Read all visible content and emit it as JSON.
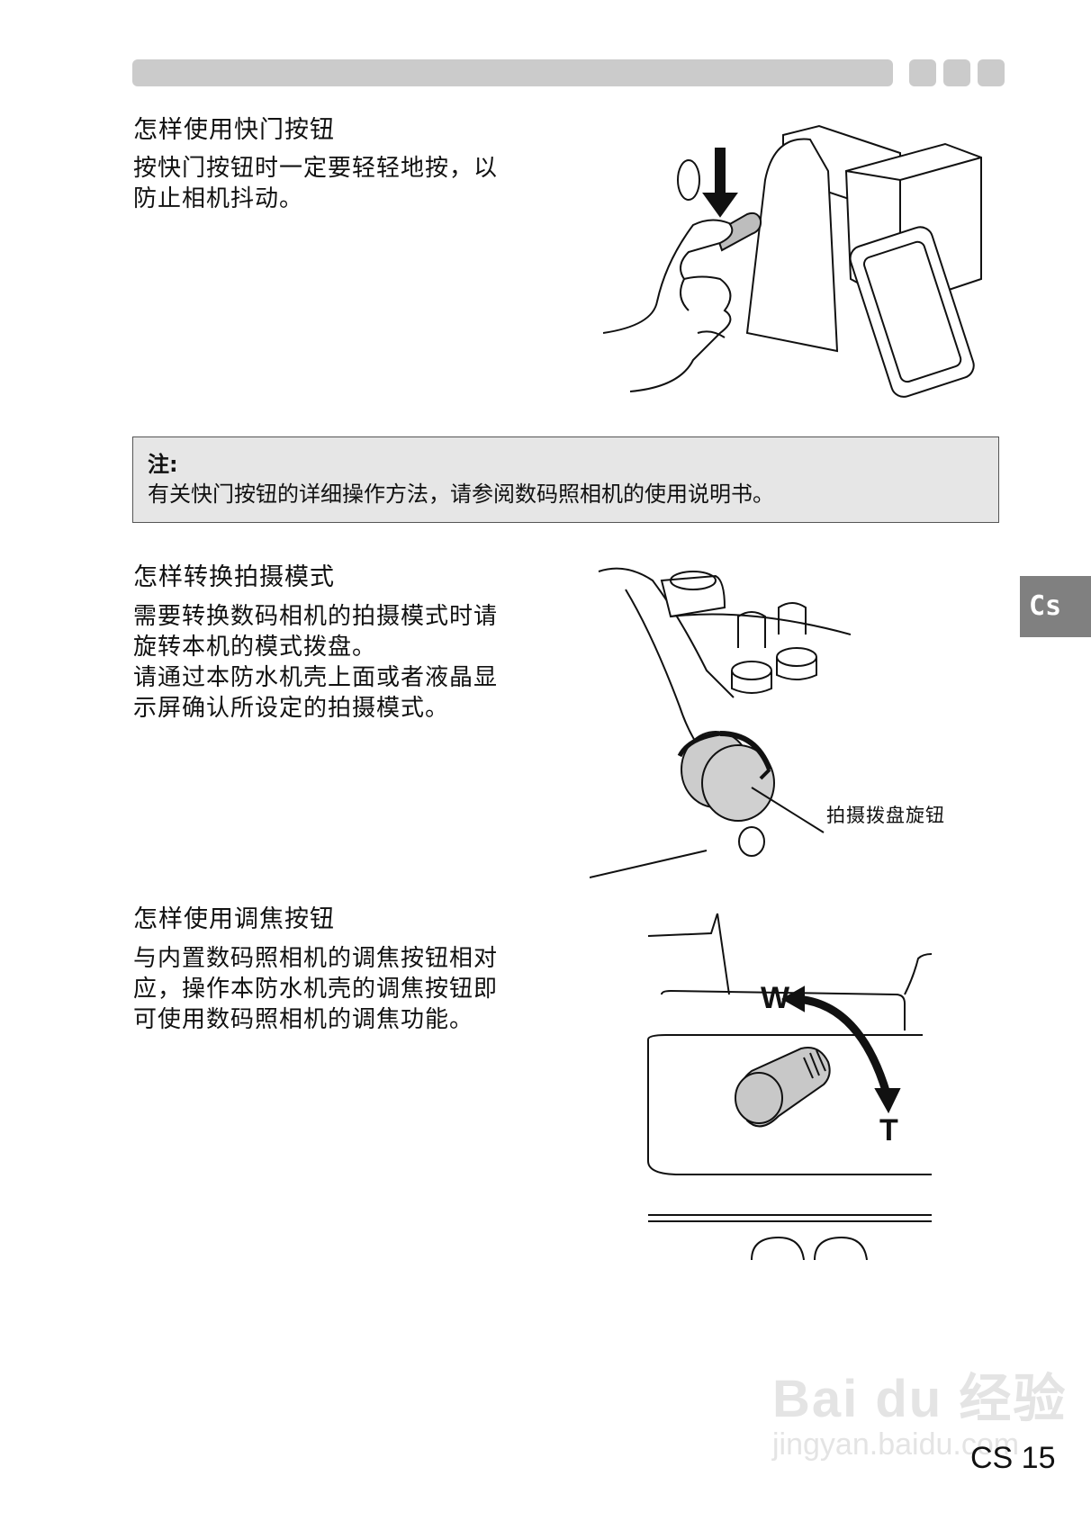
{
  "header": {
    "bar_color": "#cbcbcb",
    "square_count": 3
  },
  "sections": [
    {
      "heading": "怎样使用快门按钮",
      "lines": [
        "按快门按钮时一定要轻轻地按，以",
        "防止相机抖动。"
      ],
      "illustration": "hand-pressing-shutter-illustration"
    },
    {
      "heading": "怎样转换拍摄模式",
      "lines": [
        "需要转换数码相机的拍摄模式时请",
        "旋转本机的模式拨盘。",
        "请通过本防水机壳上面或者液晶显",
        "示屏确认所设定的拍摄模式。"
      ],
      "illustration": "mode-dial-illustration",
      "caption": "拍摄拨盘旋钮"
    },
    {
      "heading": "怎样使用调焦按钮",
      "lines": [
        "与内置数码照相机的调焦按钮相对",
        "应，操作本防水机壳的调焦按钮即",
        "可使用数码照相机的调焦功能。"
      ],
      "illustration": "zoom-lever-illustration",
      "labels": {
        "wide": "W",
        "tele": "T"
      }
    }
  ],
  "note": {
    "title": "注:",
    "text": "有关快门按钮的详细操作方法，请参阅数码照相机的使用说明书。"
  },
  "side_tab": {
    "label": "Cs",
    "color": "#808080"
  },
  "footer": {
    "page_number": "CS 15"
  },
  "watermark": {
    "line1": "Bai du 经验",
    "line2": "jingyan.baidu.com"
  }
}
